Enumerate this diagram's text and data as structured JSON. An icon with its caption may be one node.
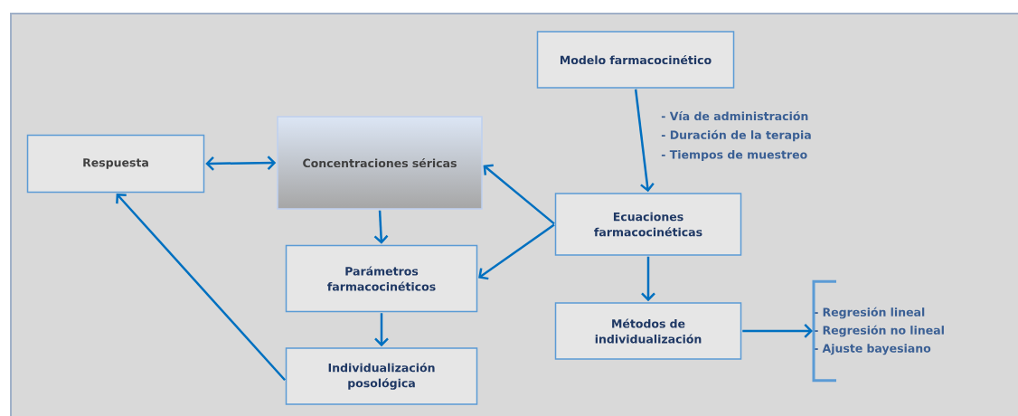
{
  "diagram": {
    "nodes": [
      {
        "text": [
          "Modelo farmacocinético"
        ]
      },
      {
        "text": [
          "Respuesta"
        ]
      },
      {
        "text": [
          "Concentraciones séricas"
        ]
      },
      {
        "text": [
          "Parámetros farmacocinéticos"
        ]
      },
      {
        "text": [
          "Individualización posológica"
        ]
      },
      {
        "text": [
          "Ecuaciones farmacocinéticas"
        ]
      },
      {
        "text": [
          "Métodos de individualización"
        ]
      },
      {
        "text": [
          "- Regresión lineal",
          "- Regresión no lineal",
          "- Ajuste bayesiano"
        ]
      }
    ],
    "edges": [
      {
        "from": 0,
        "to": 5,
        "arrow": "to"
      },
      {
        "from": 1,
        "to": 2,
        "arrow": "both"
      },
      {
        "from": 2,
        "to": 3,
        "arrow": "to"
      },
      {
        "from": 3,
        "to": 4,
        "arrow": "to"
      },
      {
        "from": 4,
        "to": 1,
        "arrow": "to"
      },
      {
        "from": 5,
        "to": 2,
        "arrow": "to"
      },
      {
        "from": 5,
        "to": 3,
        "arrow": "to"
      },
      {
        "from": 5,
        "to": 6,
        "arrow": "to"
      },
      {
        "from": 6,
        "to": 7,
        "arrow": "to"
      }
    ],
    "labels": [
      "- Vía de administración",
      "- Duración de la terapia",
      "- Tiempos de muestreo"
    ]
  }
}
